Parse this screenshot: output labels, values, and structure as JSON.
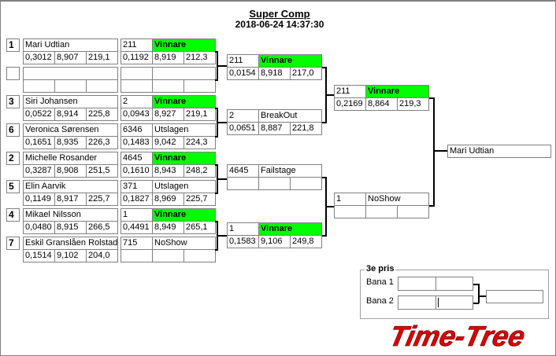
{
  "header": {
    "title": "Super Comp",
    "datetime": "2018-06-24 14:37:30"
  },
  "round1": [
    {
      "seed": "1",
      "name": "Mari Udtian",
      "times": [
        "0,3012",
        "8,907",
        "219,1"
      ],
      "result": {
        "id": "211",
        "status": "Vinnare",
        "winner": true,
        "times": [
          "0,1192",
          "8,919",
          "212,3"
        ]
      }
    },
    {
      "seed": "",
      "name": "",
      "times": [
        "",
        "",
        ""
      ],
      "result": {
        "id": "",
        "status": "",
        "winner": false,
        "times": [
          "",
          "",
          ""
        ]
      }
    },
    {
      "seed": "3",
      "name": "Siri Johansen",
      "times": [
        "0,0522",
        "8,914",
        "225,8"
      ],
      "result": {
        "id": "2",
        "status": "Vinnare",
        "winner": true,
        "times": [
          "0,0943",
          "8,927",
          "219,1"
        ]
      }
    },
    {
      "seed": "6",
      "name": "Veronica Sørensen",
      "times": [
        "0,1651",
        "8,935",
        "226,3"
      ],
      "result": {
        "id": "6346",
        "status": "Utslagen",
        "winner": false,
        "times": [
          "0,1483",
          "9,042",
          "224,3"
        ]
      }
    },
    {
      "seed": "2",
      "name": "Michelle Rosander",
      "times": [
        "0,3287",
        "8,908",
        "251,5"
      ],
      "result": {
        "id": "4645",
        "status": "Vinnare",
        "winner": true,
        "times": [
          "0,1610",
          "8,943",
          "248,2"
        ]
      }
    },
    {
      "seed": "5",
      "name": "Elin Aarvik",
      "times": [
        "0,1149",
        "8,917",
        "225,7"
      ],
      "result": {
        "id": "371",
        "status": "Utslagen",
        "winner": false,
        "times": [
          "0,1827",
          "8,969",
          "225,7"
        ]
      }
    },
    {
      "seed": "4",
      "name": "Mikael Nilsson",
      "times": [
        "0,0480",
        "8,915",
        "266,5"
      ],
      "result": {
        "id": "1",
        "status": "Vinnare",
        "winner": true,
        "times": [
          "0,4491",
          "8,949",
          "265,1"
        ]
      }
    },
    {
      "seed": "7",
      "name": "Eskil Granslåen Rolstad",
      "times": [
        "0,1514",
        "9,102",
        "204,0"
      ],
      "result": {
        "id": "715",
        "status": "NoShow",
        "winner": false,
        "times": [
          "",
          "",
          ""
        ]
      }
    }
  ],
  "round2": [
    {
      "id": "211",
      "status": "Vinnare",
      "winner": true,
      "times": [
        "0,0154",
        "8,918",
        "217,0"
      ]
    },
    {
      "id": "2",
      "status": "BreakOut",
      "winner": false,
      "times": [
        "0,0651",
        "8,887",
        "221,8"
      ]
    },
    {
      "id": "4645",
      "status": "Failstage",
      "winner": false,
      "times": [
        "",
        "",
        ""
      ]
    },
    {
      "id": "1",
      "status": "Vinnare",
      "winner": true,
      "times": [
        "0,1583",
        "9,106",
        "249,8"
      ]
    }
  ],
  "round3": [
    {
      "id": "211",
      "status": "Vinnare",
      "winner": true,
      "times": [
        "0,2169",
        "8,864",
        "219,3"
      ]
    },
    {
      "id": "1",
      "status": "NoShow",
      "winner": false,
      "times": [
        "",
        "",
        ""
      ]
    }
  ],
  "final": {
    "winner": "Mari Udtian"
  },
  "third_place": {
    "legend": "3e pris",
    "lane1_label": "Bana 1",
    "lane2_label": "Bana 2",
    "lane1": [
      "",
      ""
    ],
    "lane2": [
      "",
      ""
    ],
    "winner": ""
  },
  "logo": {
    "text": "Time-Tree",
    "color": "#e00000"
  },
  "colors": {
    "winner": "#00ff00"
  }
}
